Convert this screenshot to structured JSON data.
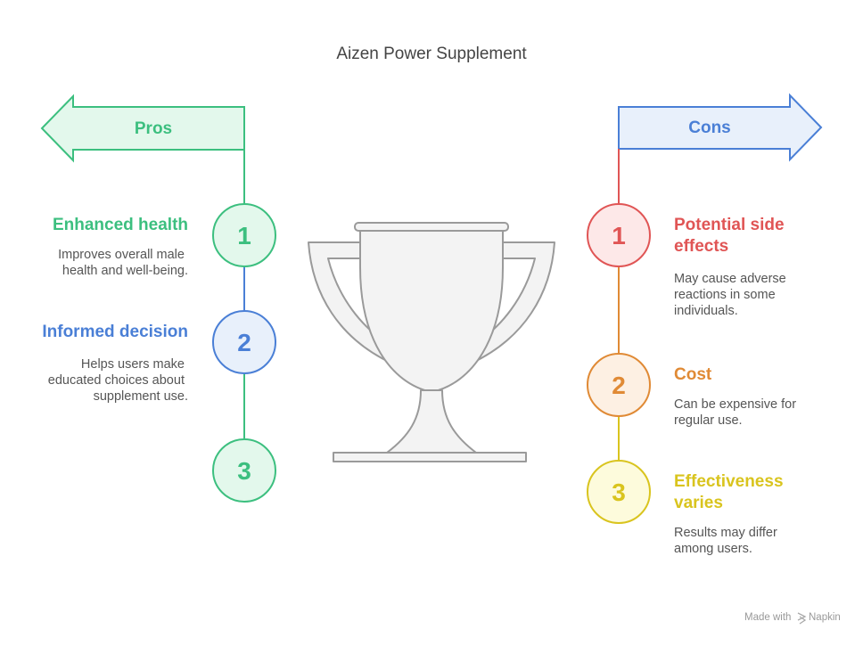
{
  "title": "Aizen Power Supplement",
  "pros": {
    "label": "Pros",
    "items": [
      {
        "number": "1",
        "heading": "Enhanced health",
        "desc": [
          "Improves overall male",
          "health and well-being."
        ],
        "color": "#3cbf7f",
        "fill": "#e3f8ec"
      },
      {
        "number": "2",
        "heading": "Informed decision",
        "desc": [
          "Helps users make",
          "educated choices about",
          "supplement use."
        ],
        "color": "#4a7fd6",
        "fill": "#e8f0fb"
      },
      {
        "number": "3",
        "heading": "",
        "desc": [],
        "color": "#3cbf7f",
        "fill": "#e3f8ec"
      }
    ]
  },
  "cons": {
    "label": "Cons",
    "items": [
      {
        "number": "1",
        "heading": [
          "Potential side",
          "effects"
        ],
        "desc": [
          "May cause adverse",
          "reactions in some",
          "individuals."
        ],
        "color": "#e05555",
        "fill": "#fde8e8"
      },
      {
        "number": "2",
        "heading": [
          "Cost"
        ],
        "desc": [
          "Can be expensive for",
          "regular use."
        ],
        "color": "#e08a35",
        "fill": "#fdf0e3"
      },
      {
        "number": "3",
        "heading": [
          "Effectiveness",
          "varies"
        ],
        "desc": [
          "Results may differ",
          "among users."
        ],
        "color": "#d9c41e",
        "fill": "#fdfbdc"
      }
    ]
  },
  "colors": {
    "pros_banner_stroke": "#3cbf7f",
    "pros_banner_fill": "#e3f8ec",
    "cons_banner_stroke": "#4a7fd6",
    "cons_banner_fill": "#e8f0fb",
    "trophy_stroke": "#9a9a9a",
    "trophy_fill": "#f3f3f3"
  },
  "icons": {
    "center": "trophy-icon",
    "credit": "napkin-logo-icon"
  },
  "credit": {
    "text": "Made with",
    "brand": "Napkin"
  }
}
